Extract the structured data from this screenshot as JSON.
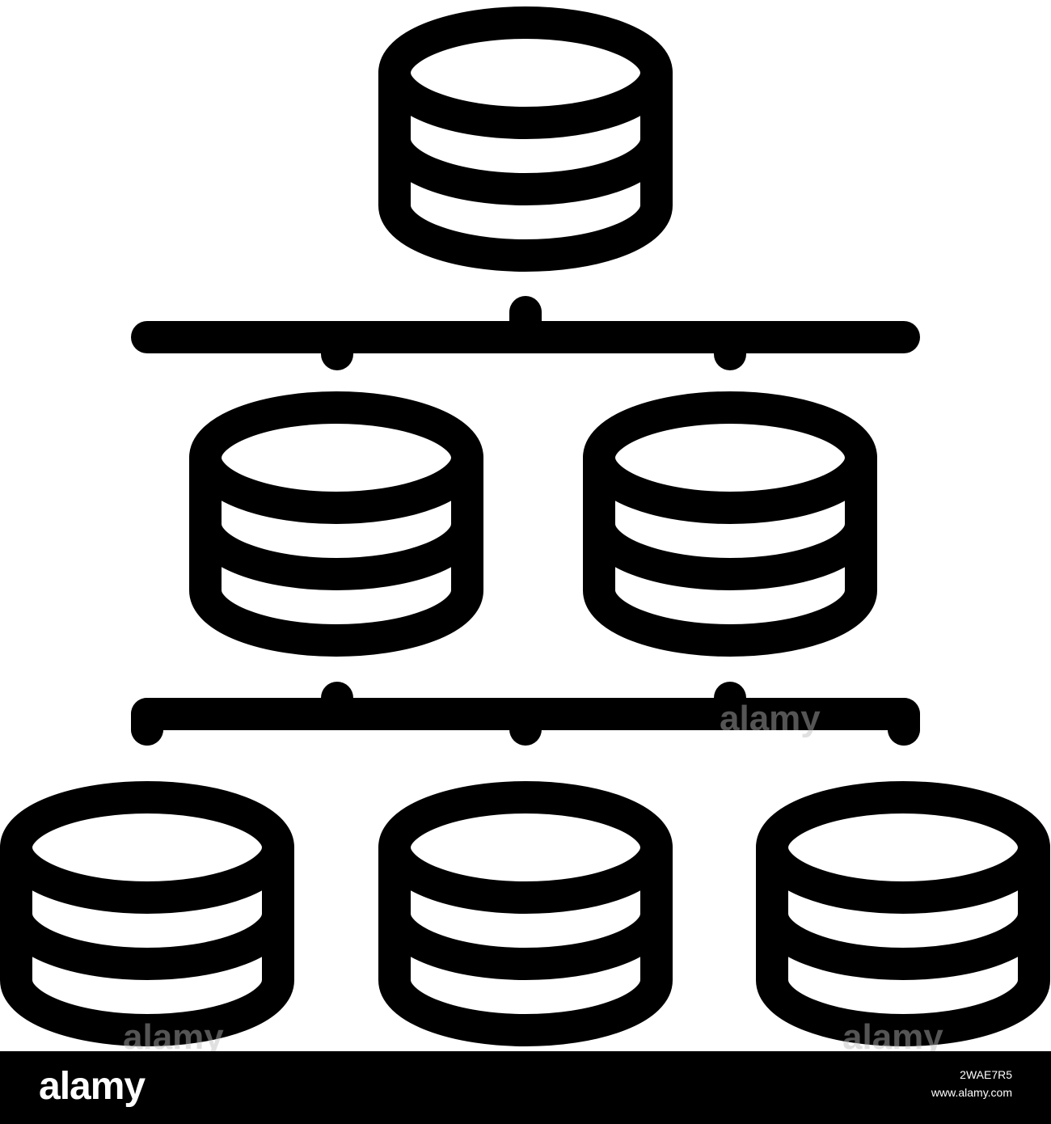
{
  "icon": {
    "name": "database-network-hierarchy-icon",
    "stroke_color": "#000000",
    "fill_color": "#ffffff"
  },
  "watermark": {
    "text": "alamy",
    "color": "#bcbcbc"
  },
  "footer": {
    "logo": "alamy",
    "image_id": "2WAE7R5",
    "url": "www.alamy.com",
    "background": "#000000",
    "text_color": "#ffffff"
  }
}
